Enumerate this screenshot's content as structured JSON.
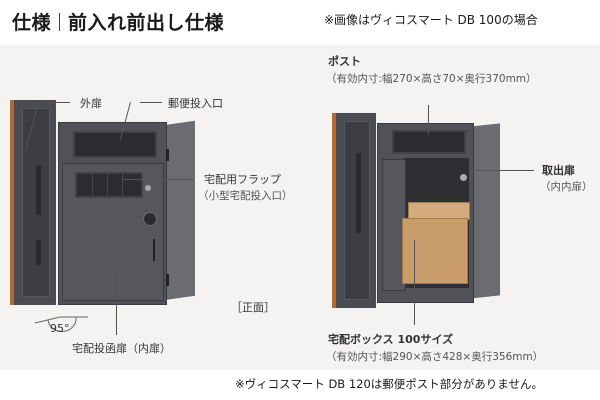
{
  "header": {
    "title_main": "仕様",
    "title_sub": "前入れ前出し仕様",
    "note": "※画像はヴィコスマート DB 100の場合"
  },
  "left_diagram": {
    "labels": {
      "outer_door": "外扉",
      "mail_slot": "郵便投入口",
      "delivery_flap": "宅配用フラップ",
      "delivery_flap_sub": "（小型宅配投入口）",
      "delivery_door": "宅配投函扉（内扉）",
      "angle": "95°",
      "view": "［正面］"
    }
  },
  "right_diagram": {
    "labels": {
      "post": "ポスト",
      "post_dims": "（有効内寸:幅270×高さ70×奥行370mm）",
      "takeout_door": "取出扉",
      "takeout_door_sub": "（内内扉）",
      "delivery_box": "宅配ボックス 100サイズ",
      "delivery_box_dims": "（有効内寸:幅290×高さ428×奥行356mm）"
    }
  },
  "footer": {
    "note": "※ヴィコスマート DB 120は郵便ポスト部分がありません。"
  },
  "colors": {
    "cabinet": "#505258",
    "wood_edge": "#b06a35",
    "cardboard": "#c99d6b",
    "background": "#f4f3f1"
  }
}
